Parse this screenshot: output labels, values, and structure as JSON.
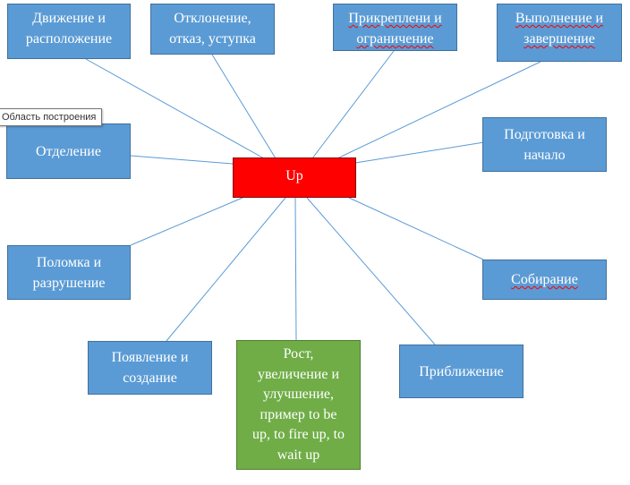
{
  "diagram": {
    "center_label": "Up",
    "nodes": [
      {
        "id": "movement",
        "label": "Движение и\nрасположение"
      },
      {
        "id": "deviation",
        "label": "Отклонение,\nотказ, уступка"
      },
      {
        "id": "attachment",
        "label": "Прикреплени и\nограничение"
      },
      {
        "id": "completion",
        "label": "Выполнение и\nзавершение"
      },
      {
        "id": "separation",
        "label": "Отделение"
      },
      {
        "id": "preparation",
        "label": "Подготовка и\nначало"
      },
      {
        "id": "breakage",
        "label": "Поломка и\nразрушение"
      },
      {
        "id": "collection",
        "label": "Собирание"
      },
      {
        "id": "appearance",
        "label": "Появление и\nсоздание"
      },
      {
        "id": "growth",
        "label": "Рост,\nувеличение и\nулучшение,\nпример to be\nup, to fire up, to\nwait up"
      },
      {
        "id": "approach",
        "label": "Приближение"
      }
    ]
  },
  "tooltip": {
    "text": "Область построения"
  },
  "colors": {
    "center_fill": "#ff0000",
    "node_fill": "#5b9bd5",
    "highlight_fill": "#70ad47",
    "connector": "#5b9bd5"
  }
}
